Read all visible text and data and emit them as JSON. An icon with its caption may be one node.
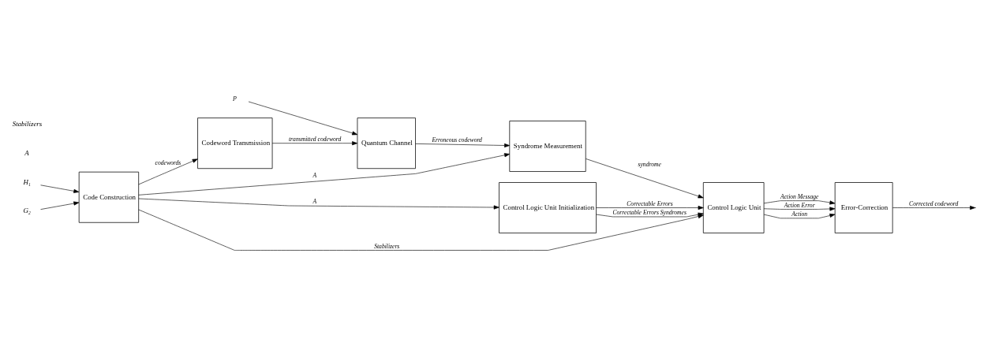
{
  "diagram": {
    "nodes": [
      {
        "text": [
          "Code Construction"
        ]
      },
      {
        "text": [
          "Codeword Transmission"
        ]
      },
      {
        "text": [
          "Quantum Channel"
        ]
      },
      {
        "text": [
          "Syndrome Measurement"
        ]
      },
      {
        "text": [
          "Error-Correction"
        ]
      },
      {
        "text": [
          "Control Logic Unit Initialization"
        ]
      },
      {
        "text": [
          "Control Logic Unit"
        ]
      },
      {
        "text": [
          "H₁"
        ]
      },
      {
        "text": [
          "G₂"
        ]
      },
      {
        "text": [
          "p"
        ]
      }
    ],
    "edges": [
      {
        "from": 7,
        "to": 0,
        "arrow": "to"
      },
      {
        "from": 8,
        "to": 0,
        "arrow": "to"
      },
      {
        "from": 0,
        "to": 5,
        "arrow": "to",
        "label": "A"
      },
      {
        "from": 0,
        "to": 3,
        "arrow": "to",
        "label": "A"
      },
      {
        "from": 0,
        "to": 6,
        "arrow": "to",
        "label": "Stabilizers"
      },
      {
        "from": 0,
        "to": 1,
        "arrow": "to",
        "label": "codewords"
      },
      {
        "from": 1,
        "to": 2,
        "arrow": "to",
        "label": "transmitted codeword"
      },
      {
        "from": 9,
        "to": 2,
        "arrow": "to"
      },
      {
        "from": 2,
        "to": 3,
        "arrow": "to",
        "label": "Erroneous codeword"
      },
      {
        "from": 3,
        "to": 6,
        "arrow": "to",
        "label": "syndrome"
      },
      {
        "from": 5,
        "to": 6,
        "arrow": "to",
        "label": "Correctable Errors"
      },
      {
        "from": 5,
        "to": 6,
        "arrow": "to",
        "label": "Correctable Errors Syndromes"
      },
      {
        "from": 6,
        "to": 4,
        "arrow": "to",
        "label": "Action Message"
      },
      {
        "from": 6,
        "to": 4,
        "arrow": "to",
        "label": "Action Error"
      },
      {
        "from": 6,
        "to": 4,
        "arrow": "to",
        "label": "Action"
      },
      {
        "from": 4,
        "to": null,
        "arrow": "to",
        "label": "Corrected codeword"
      }
    ],
    "labels": [
      "A",
      "Stabilizers"
    ]
  }
}
